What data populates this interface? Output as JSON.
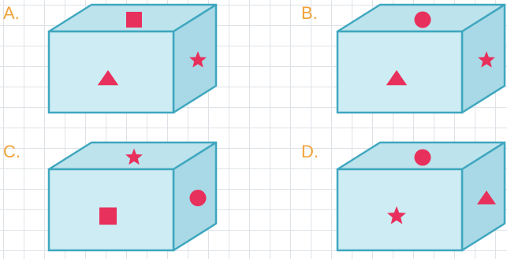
{
  "options": [
    {
      "label": "A.",
      "top": "square",
      "front": "triangle",
      "side": "star"
    },
    {
      "label": "B.",
      "top": "circle",
      "front": "triangle",
      "side": "star"
    },
    {
      "label": "C.",
      "top": "star",
      "front": "square",
      "side": "circle"
    },
    {
      "label": "D.",
      "top": "circle",
      "front": "star",
      "side": "triangle"
    }
  ],
  "colors": {
    "face_front": "#cdecf3",
    "face_top": "#bde3ed",
    "face_side": "#a9d9e6",
    "edge": "#3fa7bf",
    "shape": "#e8305c",
    "label": "#f0a23a",
    "grid": "#dfe3e8"
  }
}
